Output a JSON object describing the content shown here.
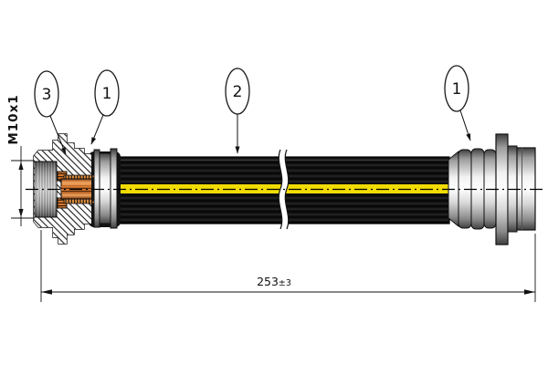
{
  "drawing": {
    "type": "technical-drawing-brake-hose",
    "background_color": "#ffffff",
    "callouts": [
      {
        "id": "balloon-3",
        "label": "3",
        "points_to": "female-thread-fitting"
      },
      {
        "id": "balloon-1-left",
        "label": "1",
        "points_to": "crimp-sleeve-left"
      },
      {
        "id": "balloon-2",
        "label": "2",
        "points_to": "hose-body"
      },
      {
        "id": "balloon-1-right",
        "label": "1",
        "points_to": "crimp-sleeve-right"
      }
    ],
    "dimensions": {
      "thread_label": "M10x1",
      "length_value": "253",
      "length_tolerance": "±3"
    },
    "colors": {
      "line": "#111111",
      "hose_black": "#111111",
      "hose_stripe_yellow": "#f2dc00",
      "copper_insert": "#e07a2e",
      "metal_light": "#f2f2f2",
      "metal_dark": "#3f3f3f"
    }
  }
}
